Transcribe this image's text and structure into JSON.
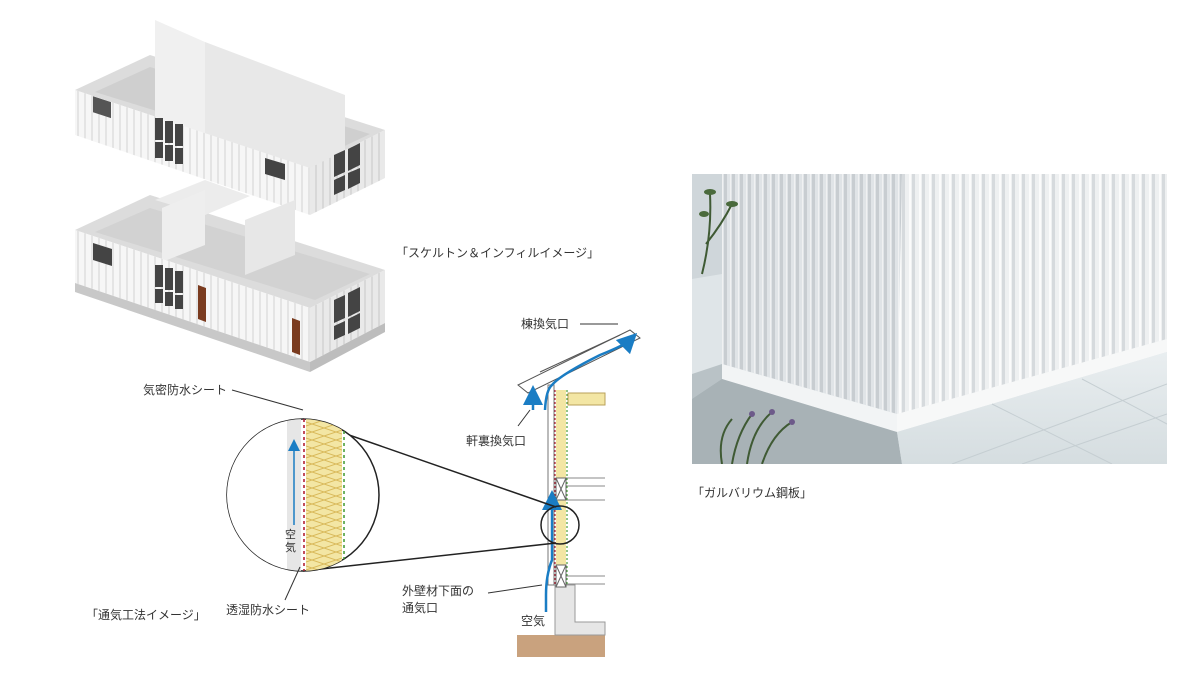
{
  "captions": {
    "skeleton": "「スケルトン＆インフィルイメージ」",
    "ventilation": "「通気工法イメージ」",
    "galvalume": "「ガルバリウム鋼板」"
  },
  "labels": {
    "airtight_sheet": "気密防水シート",
    "permeable_sheet": "透湿防水シート",
    "air_in_circle": "空気",
    "ridge_vent": "棟換気口",
    "eave_vent": "軒裏換気口",
    "lower_vent_line1": "外壁材下面の",
    "lower_vent_line2": "通気口",
    "air_bottom": "空気"
  },
  "colors": {
    "airflow_arrow": "#1a7dc4",
    "airtight_sheet_line": "#b22034",
    "permeable_sheet_line": "#4a9e3c",
    "insulation": "#f3e6a4",
    "siding": "#ffffff",
    "ground": "#c9a27e"
  }
}
